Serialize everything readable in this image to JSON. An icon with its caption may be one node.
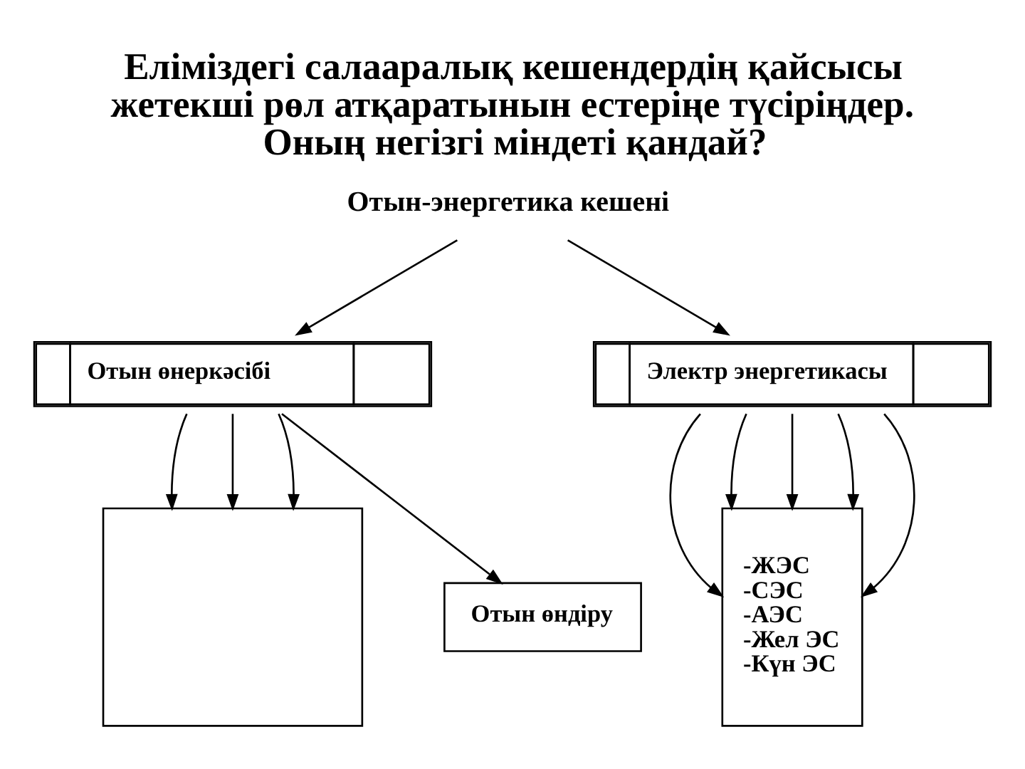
{
  "diagram": {
    "title": "Еліміздегі салааралық кешендердің қайсысы жетекші рөл атқаратынын естеріңе түсіріңдер. Оның негізгі міндеті қандай?",
    "nodes": [
      {
        "text": [
          "Отын-энергетика кешені"
        ]
      },
      {
        "text": [
          "Отын өнеркәсібі"
        ]
      },
      {
        "text": [
          "Электр энергетикасы"
        ]
      },
      {
        "text": [],
        "shape": "box"
      },
      {
        "text": [
          "Отын өндіру"
        ]
      },
      {
        "text": [
          "-ЖЭС",
          "-СЭС",
          "-АЭС",
          "-Жел ЭС",
          "-Күн ЭС"
        ]
      }
    ],
    "edges": [
      {
        "from": 0,
        "to": 1,
        "arrow": "to"
      },
      {
        "from": 0,
        "to": 2,
        "arrow": "to"
      },
      {
        "from": 1,
        "to": 3,
        "arrow": "to"
      },
      {
        "from": 1,
        "to": 3,
        "arrow": "to"
      },
      {
        "from": 1,
        "to": 3,
        "arrow": "to"
      },
      {
        "from": 1,
        "to": 4,
        "arrow": "to"
      },
      {
        "from": 2,
        "to": 5,
        "arrow": "to"
      },
      {
        "from": 2,
        "to": 5,
        "arrow": "to"
      },
      {
        "from": 2,
        "to": 5,
        "arrow": "to"
      },
      {
        "from": 2,
        "to": 5,
        "arrow": "to"
      },
      {
        "from": 2,
        "to": 5,
        "arrow": "to"
      }
    ]
  }
}
